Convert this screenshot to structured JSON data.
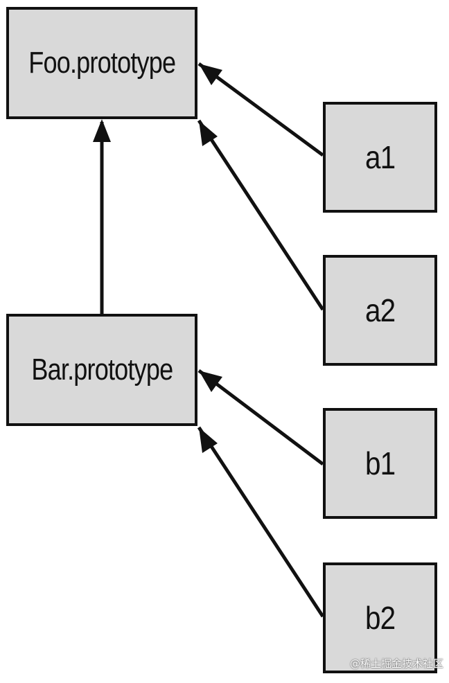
{
  "nodes": {
    "foo_prototype": "Foo.prototype",
    "bar_prototype": "Bar.prototype",
    "a1": "a1",
    "a2": "a2",
    "b1": "b1",
    "b2": "b2"
  },
  "edges": [
    {
      "from": "a1",
      "to": "foo_prototype"
    },
    {
      "from": "a2",
      "to": "foo_prototype"
    },
    {
      "from": "bar_prototype",
      "to": "foo_prototype"
    },
    {
      "from": "b1",
      "to": "bar_prototype"
    },
    {
      "from": "b2",
      "to": "bar_prototype"
    }
  ],
  "watermark": "@稀土掘金技术社区",
  "colors": {
    "box_fill": "#d9d9d9",
    "stroke": "#111111"
  }
}
